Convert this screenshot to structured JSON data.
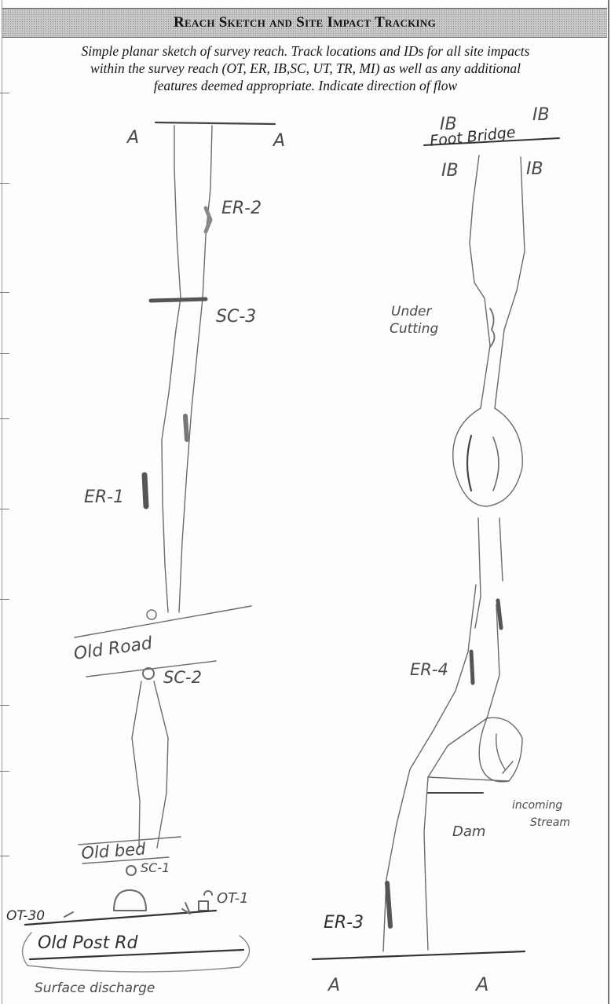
{
  "header": {
    "title": "Reach Sketch and Site Impact Tracking"
  },
  "instructions": {
    "line1": "Simple planar sketch of survey reach.  Track locations and IDs for all site impacts",
    "line2": "within the survey reach (OT, ER, IB,SC, UT, TR, MI) as well as any additional",
    "line3": "features deemed appropriate.  Indicate direction of flow"
  },
  "sketch_labels": {
    "top_left_a1": "A",
    "top_left_a2": "A",
    "er2": "ER-2",
    "sc3": "SC-3",
    "er1": "ER-1",
    "old_road": "Old Road",
    "sc2": "SC-2",
    "old_bed": "Old bed",
    "sc1": "SC-1",
    "ot30": "OT-30",
    "ot1": "OT-1",
    "old_post_rd": "Old Post Rd",
    "surface_discharge": "Surface discharge",
    "ib_top_left": "IB",
    "ib_top_right": "IB",
    "foot_bridge": "Foot Bridge",
    "ib_mid_left": "IB",
    "ib_mid_right": "IB",
    "undercutting_1": "Under",
    "undercutting_2": "Cutting",
    "er4": "ER-4",
    "incoming_1": "incoming",
    "incoming_2": "Stream",
    "dam": "Dam",
    "er3": "ER-3",
    "bottom_a1": "A",
    "bottom_a2": "A"
  }
}
